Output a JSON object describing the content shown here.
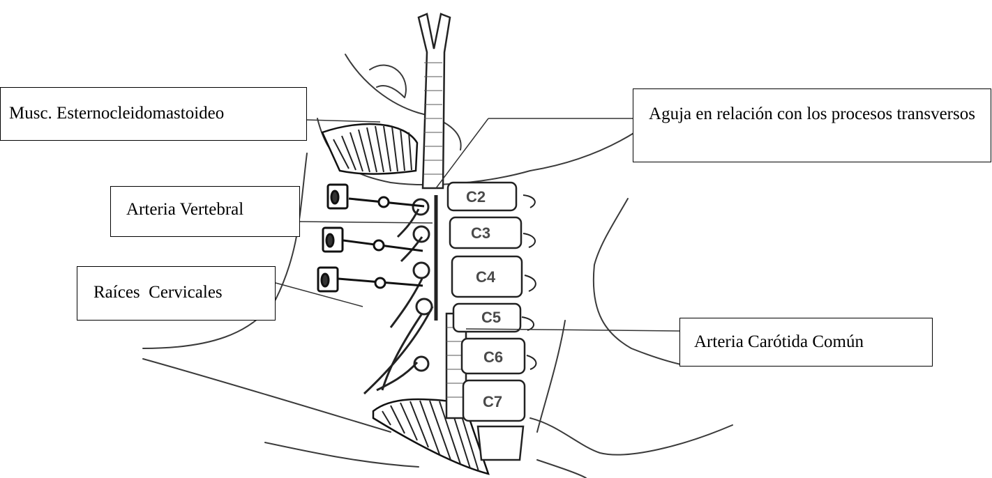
{
  "labels": {
    "esternocleidomastoideo": "Musc. Esternocleidomastoideo",
    "aguja": "Aguja en relación con los procesos transversos",
    "arteria_vertebral": "Arteria Vertebral",
    "raices_cervicales": "Raíces  Cervicales",
    "arteria_carotida": "Arteria Carótida Común"
  },
  "vertebrae": [
    "C2",
    "C3",
    "C4",
    "C5",
    "C6",
    "C7"
  ],
  "colors": {
    "line": "#000000",
    "sketch": "#3a3a3a",
    "label_gray": "#4a4a4a"
  }
}
